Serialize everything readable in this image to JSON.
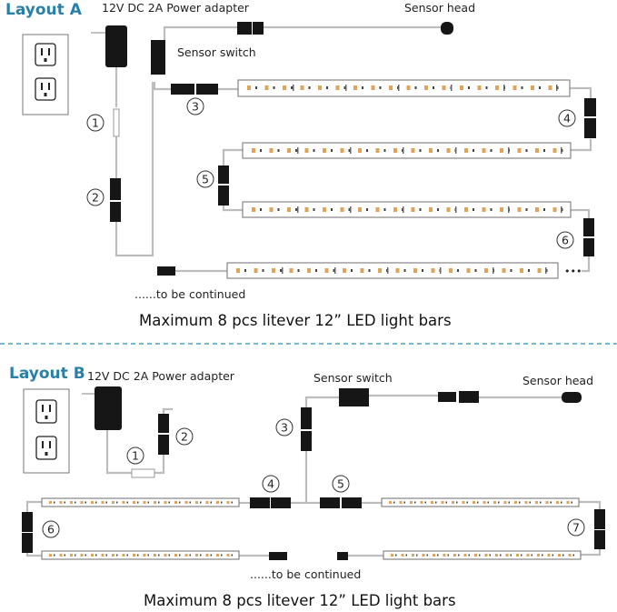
{
  "layout_a": {
    "title": "Layout A",
    "adapter_label": "12V DC 2A Power adapter",
    "sensor_switch_label": "Sensor switch",
    "sensor_head_label": "Sensor head",
    "continued_label": "......to be continued",
    "caption": "Maximum 8 pcs litever 12” LED light bars",
    "markers": [
      "1",
      "2",
      "3",
      "4",
      "5",
      "6"
    ],
    "ellipsis": "•••"
  },
  "layout_b": {
    "title": "Layout B",
    "adapter_label": "12V DC 2A Power adapter",
    "sensor_switch_label": "Sensor switch",
    "sensor_head_label": "Sensor head",
    "continued_label": "......to be continued",
    "caption": "Maximum 8 pcs litever 12” LED light bars",
    "markers": [
      "1",
      "2",
      "3",
      "4",
      "5",
      "6",
      "7"
    ]
  },
  "colors": {
    "accent": "#2a7fa6",
    "divider": "#4aa0c0",
    "led": "#e0a35a"
  }
}
